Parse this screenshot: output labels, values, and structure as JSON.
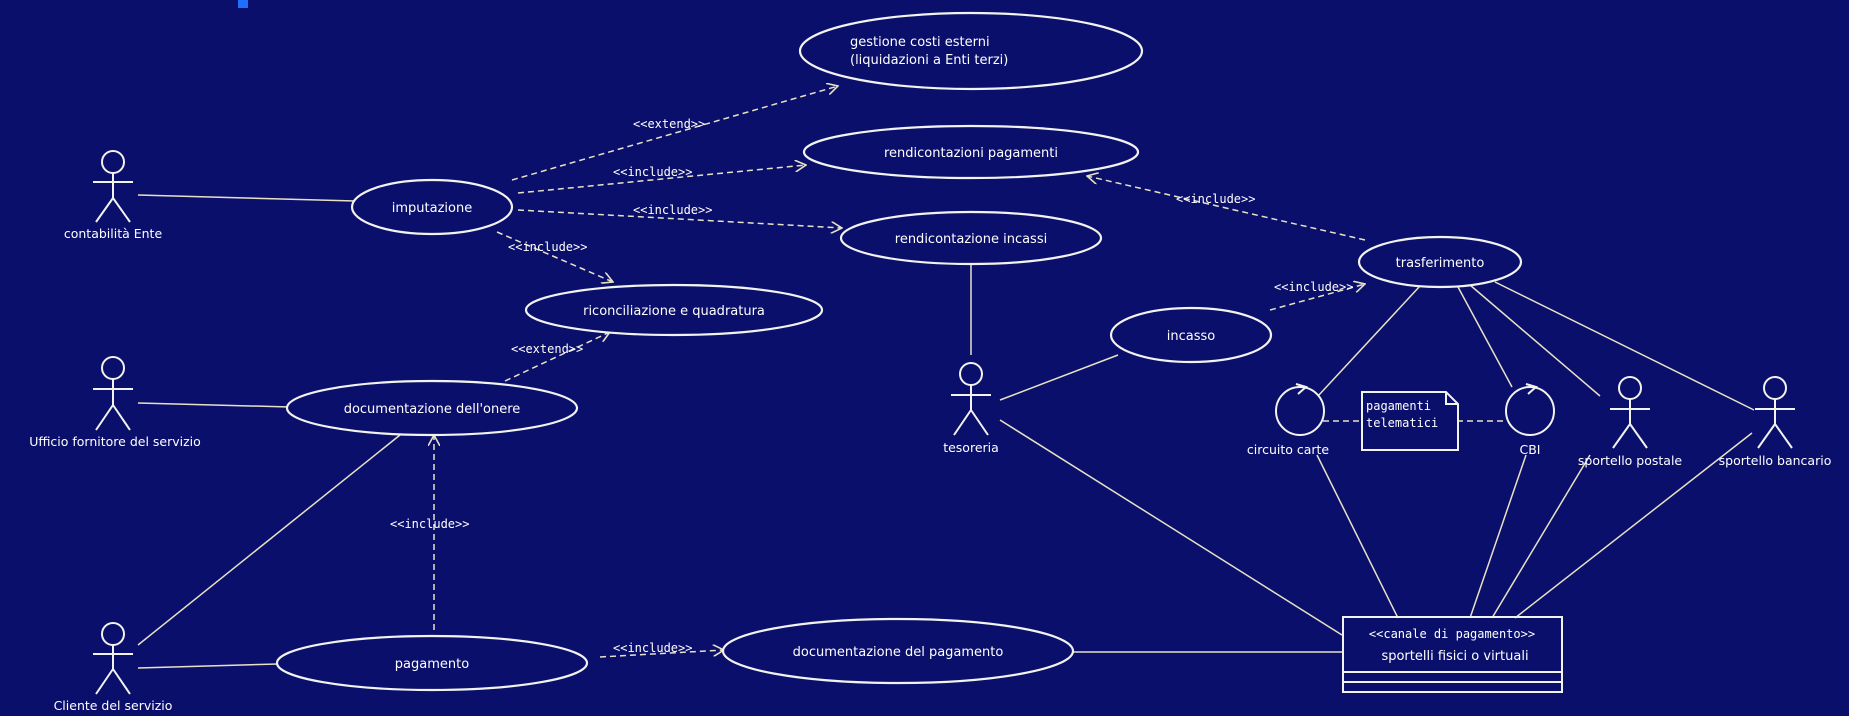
{
  "use_cases": {
    "gestione_costi_line1": "gestione costi esterni",
    "gestione_costi_line2": "(liquidazioni a  Enti terzi)",
    "rendicontazioni_pagamenti": "rendicontazioni pagamenti",
    "imputazione": "imputazione",
    "rendicontazione_incassi": "rendicontazione incassi",
    "riconciliazione": "riconciliazione e quadratura",
    "documentazione_onere": "documentazione dell'onere",
    "incasso": "incasso",
    "trasferimento": "trasferimento",
    "pagamento": "pagamento",
    "documentazione_pagamento": "documentazione del pagamento"
  },
  "actors": {
    "contabilita": "contabilità Ente",
    "ufficio": "Ufficio fornitore del servizio",
    "cliente": "Cliente del servizio",
    "tesoreria": "tesoreria",
    "sportello_postale": "sportello postale",
    "sportello_bancario": "sportello bancario"
  },
  "controls": {
    "circuito_carte": "circuito carte",
    "cbi": "CBI"
  },
  "note": {
    "line1": "pagamenti",
    "line2": "telematici"
  },
  "class_box": {
    "stereotype": "<<canale di pagamento>>",
    "name": "sportelli fisici o virtuali"
  },
  "relations": {
    "extend_costi": "<<extend>>",
    "include_rendicontazioni": "<<include>>",
    "include_incassi": "<<include>>",
    "include_riconciliazione": "<<include>>",
    "extend_riconciliazione": "<<extend>>",
    "include_trasferimento_rend": "<<include>>",
    "include_incasso_trasf": "<<include>>",
    "include_pagamento_onere": "<<include>>",
    "include_documentazione_pag": "<<include>>"
  }
}
